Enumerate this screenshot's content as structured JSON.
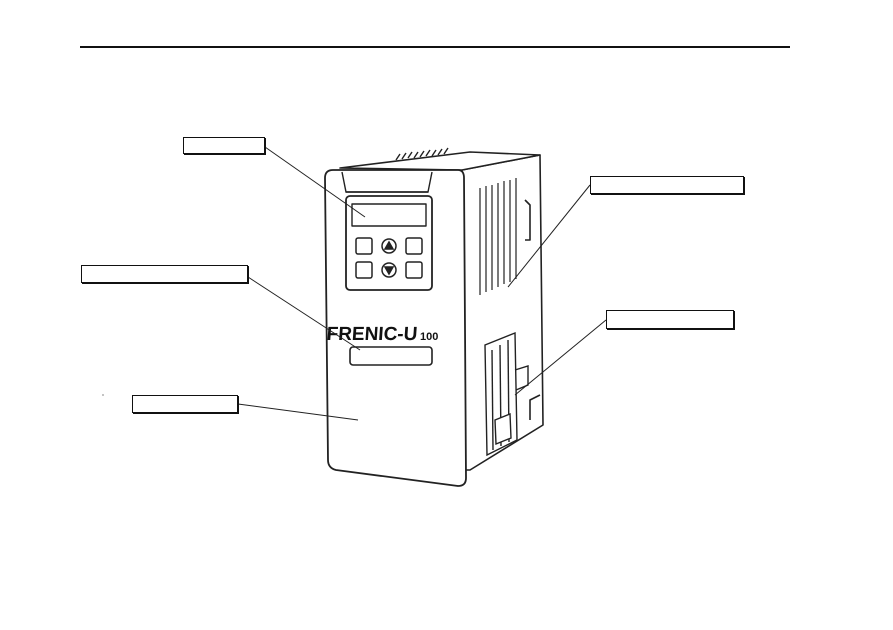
{
  "figure": {
    "brand_logo": "FRENIC-U",
    "model_suffix": "100",
    "keypad_icons": [
      "blank-key-icon",
      "up-arrow-key-icon",
      "blank-key-icon",
      "blank-key-icon",
      "down-arrow-key-icon",
      "blank-key-icon"
    ]
  },
  "callouts": [
    {
      "id": "keypad-panel",
      "label": ""
    },
    {
      "id": "rating-nameplate",
      "label": ""
    },
    {
      "id": "front-cover",
      "label": ""
    },
    {
      "id": "heat-sink-body",
      "label": ""
    },
    {
      "id": "side-terminal-slot",
      "label": ""
    }
  ]
}
